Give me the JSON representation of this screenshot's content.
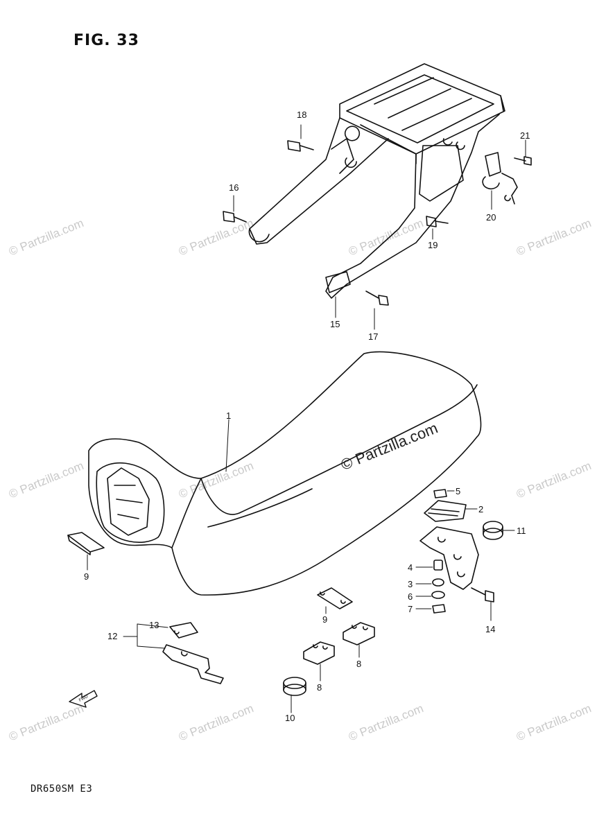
{
  "figure_title": "FIG. 33",
  "model": "DR650SM  E3",
  "watermark": "© Partzilla.com",
  "callouts": [
    {
      "id": "c1",
      "num": "1"
    },
    {
      "id": "c2",
      "num": "2"
    },
    {
      "id": "c3",
      "num": "3"
    },
    {
      "id": "c4",
      "num": "4"
    },
    {
      "id": "c5",
      "num": "5"
    },
    {
      "id": "c6",
      "num": "6"
    },
    {
      "id": "c7",
      "num": "7"
    },
    {
      "id": "c8a",
      "num": "8"
    },
    {
      "id": "c8b",
      "num": "8"
    },
    {
      "id": "c9a",
      "num": "9"
    },
    {
      "id": "c9b",
      "num": "9"
    },
    {
      "id": "c10",
      "num": "10"
    },
    {
      "id": "c11",
      "num": "11"
    },
    {
      "id": "c12",
      "num": "12"
    },
    {
      "id": "c13",
      "num": "13"
    },
    {
      "id": "c14",
      "num": "14"
    },
    {
      "id": "c15",
      "num": "15"
    },
    {
      "id": "c16",
      "num": "16"
    },
    {
      "id": "c17",
      "num": "17"
    },
    {
      "id": "c18",
      "num": "18"
    },
    {
      "id": "c19",
      "num": "19"
    },
    {
      "id": "c20",
      "num": "20"
    },
    {
      "id": "c21",
      "num": "21"
    }
  ]
}
